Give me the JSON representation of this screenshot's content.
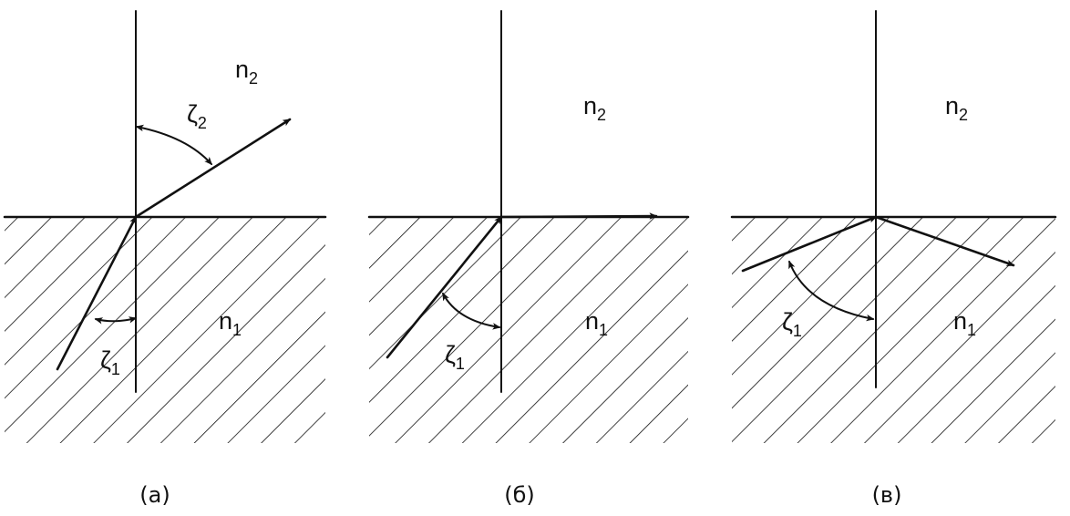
{
  "figure": {
    "panels": [
      {
        "id": "a",
        "caption": "(а)",
        "n_upper": {
          "base": "n",
          "sub": "2"
        },
        "n_lower": {
          "base": "n",
          "sub": "1"
        },
        "angle_upper": {
          "base": "ζ",
          "sub": "2"
        },
        "angle_lower": {
          "base": "ζ",
          "sub": "1"
        },
        "ray": "refracted"
      },
      {
        "id": "b",
        "caption": "(б)",
        "n_upper": {
          "base": "n",
          "sub": "2"
        },
        "n_lower": {
          "base": "n",
          "sub": "1"
        },
        "angle_lower": {
          "base": "ζ",
          "sub": "1"
        },
        "ray": "critical (grazing)"
      },
      {
        "id": "c",
        "caption": "(в)",
        "n_upper": {
          "base": "n",
          "sub": "2"
        },
        "n_lower": {
          "base": "n",
          "sub": "1"
        },
        "angle_lower": {
          "base": "ζ",
          "sub": "1"
        },
        "ray": "total internal reflection"
      }
    ]
  }
}
